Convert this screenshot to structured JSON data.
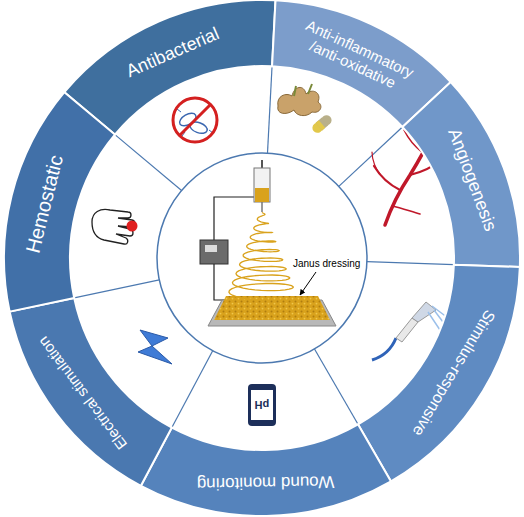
{
  "diagram": {
    "nodes": [
      {
        "text": [
          "Antibacterial"
        ]
      },
      {
        "text": [
          "Anti-inflammatory /anti-oxidative"
        ]
      },
      {
        "text": [
          "Angiogenesis"
        ]
      },
      {
        "text": [
          "Stimulus-responsive"
        ]
      },
      {
        "text": [
          "Wound monitoring"
        ]
      },
      {
        "text": [
          "Electrical stimulation"
        ]
      },
      {
        "text": [
          "Hemostatic"
        ]
      }
    ],
    "labels": [
      "Janus dressing",
      "pH"
    ]
  }
}
